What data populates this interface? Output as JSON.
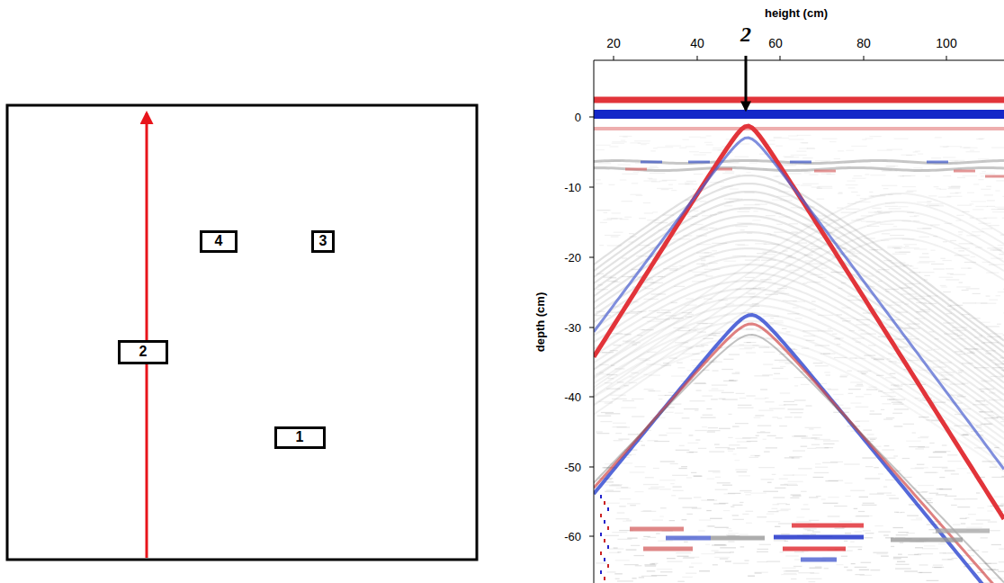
{
  "diagram": {
    "nodes": [
      {
        "text": [
          "4"
        ]
      },
      {
        "text": [
          "3"
        ]
      },
      {
        "text": [
          "2"
        ]
      },
      {
        "text": [
          "1"
        ]
      }
    ],
    "edges": [],
    "labels": [
      "height (cm)",
      "20",
      "40",
      "60",
      "80",
      "100",
      "2",
      "depth (cm)",
      "0",
      "-10",
      "-20",
      "-30",
      "-40",
      "-50",
      "-60"
    ]
  }
}
